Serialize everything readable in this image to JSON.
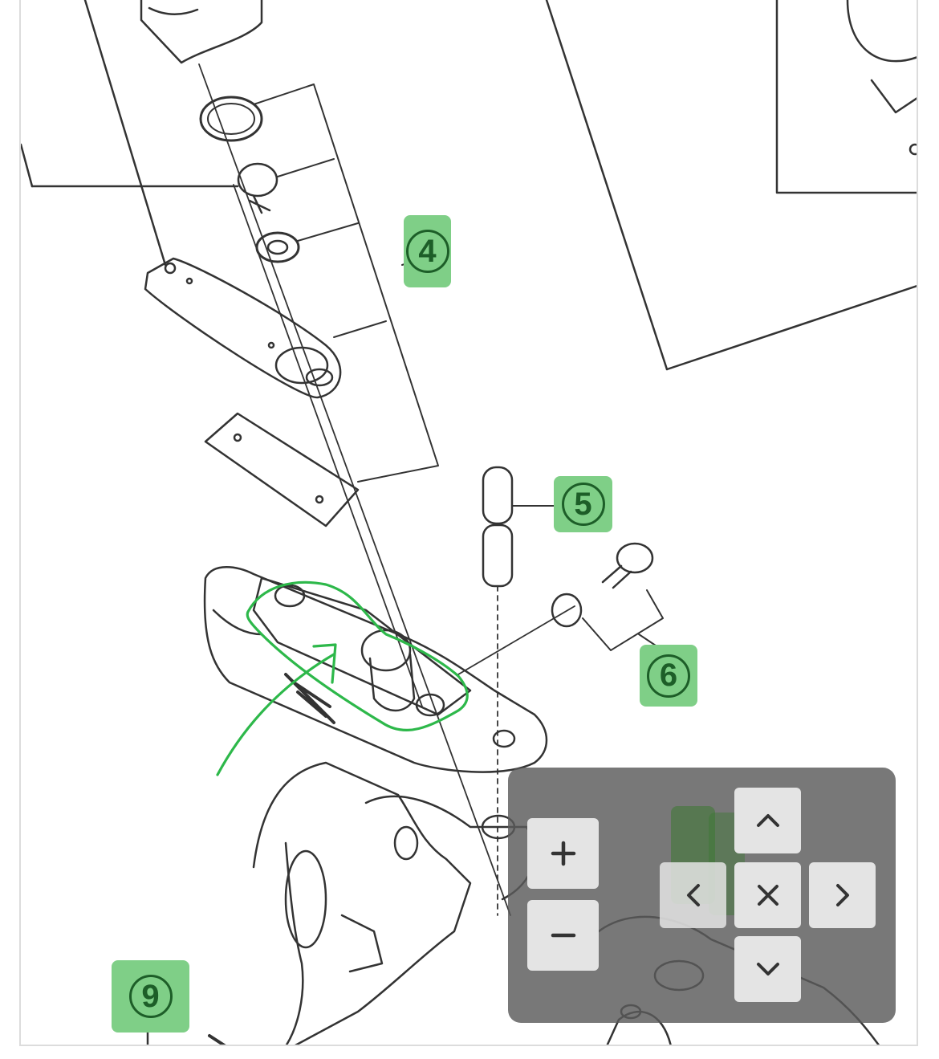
{
  "callouts": [
    {
      "id": "4",
      "label": "4"
    },
    {
      "id": "5",
      "label": "5"
    },
    {
      "id": "6",
      "label": "6"
    },
    {
      "id": "9",
      "label": "9"
    }
  ],
  "controls": {
    "zoom_in": "+",
    "zoom_out": "−",
    "up": "^",
    "down": "v",
    "left": "<",
    "right": ">",
    "close": "×"
  },
  "colors": {
    "callout_bg": "#7fcf87",
    "callout_ink": "#1d5e28",
    "annotation": "#2db84a",
    "overlay": "#5a5a5a"
  },
  "icons": [
    "plus-icon",
    "minus-icon",
    "chevron-up-icon",
    "chevron-down-icon",
    "chevron-left-icon",
    "chevron-right-icon",
    "close-icon"
  ]
}
